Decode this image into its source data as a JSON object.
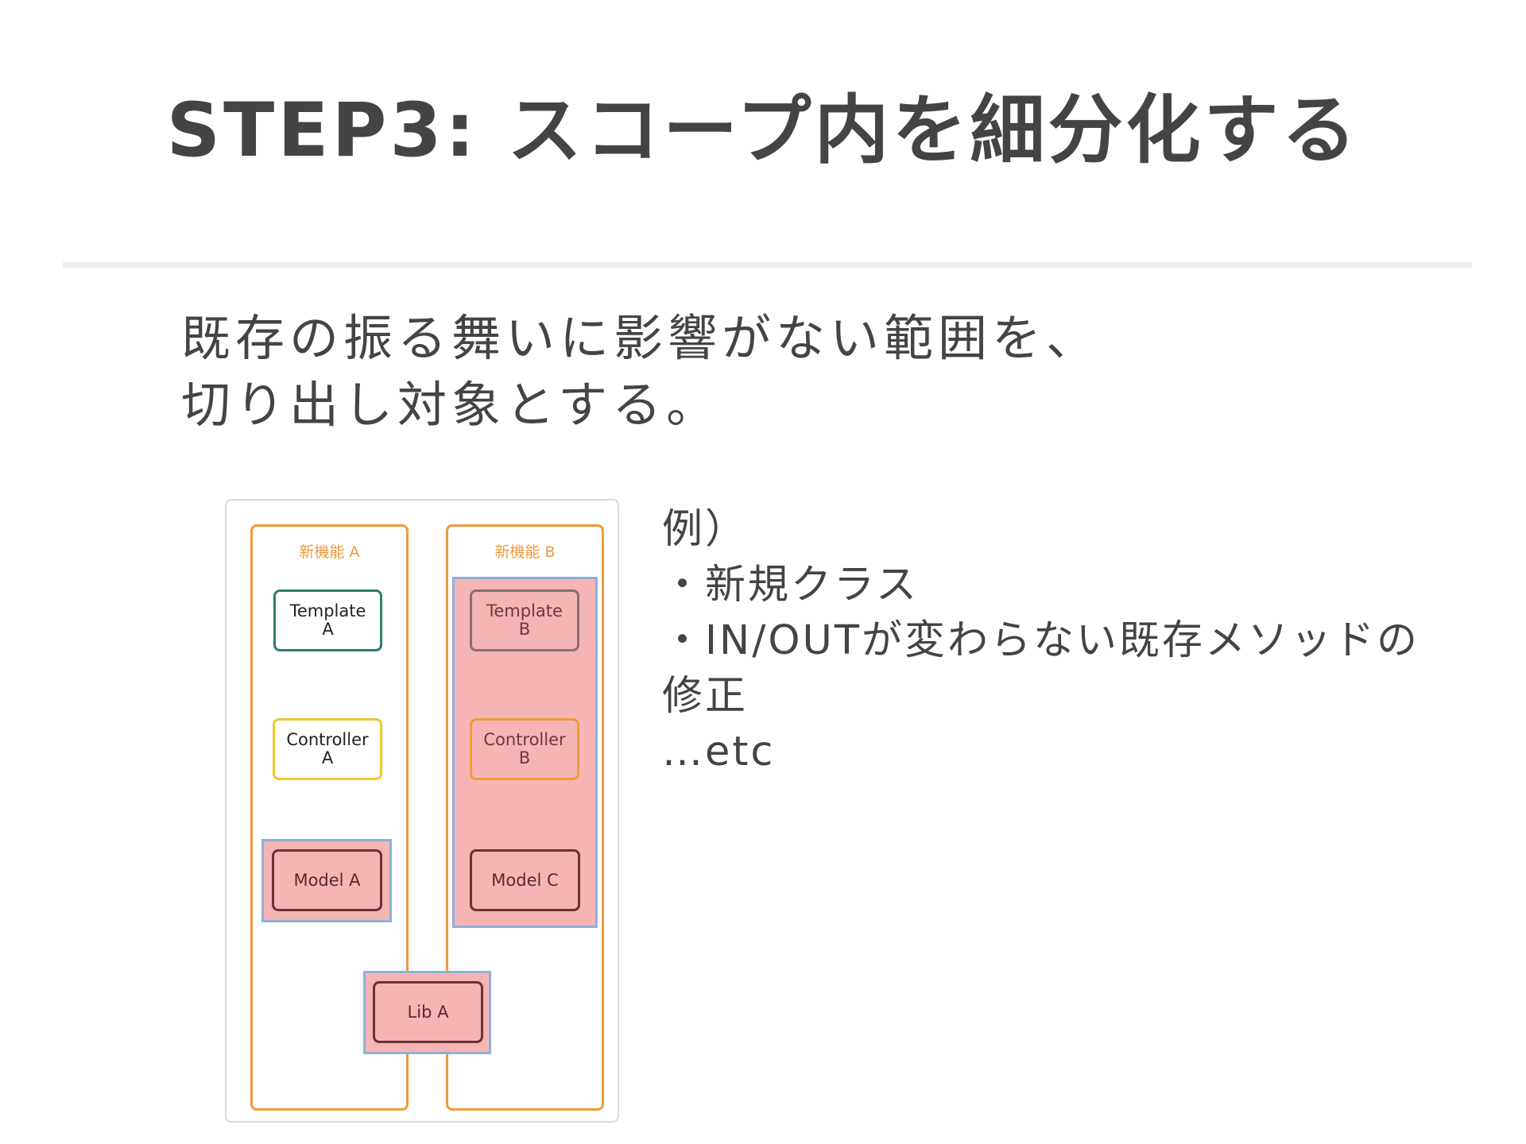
{
  "slide": {
    "title": "STEP3: スコープ内を細分化する",
    "lead_lines": [
      "既存の振る舞いに影響がない範囲を、",
      "切り出し対象とする。"
    ]
  },
  "diagram": {
    "feature_a_label": "新機能 A",
    "feature_b_label": "新機能 B",
    "template_a": [
      "Template",
      "A"
    ],
    "controller_a": [
      "Controller",
      "A"
    ],
    "model_a": "Model A",
    "template_b": [
      "Template",
      "B"
    ],
    "controller_b": [
      "Controller",
      "B"
    ],
    "model_c": "Model C",
    "lib_a": "Lib A",
    "colors": {
      "feature_border": "#ef9a3a",
      "highlight_fill": "#f5b5b4",
      "highlight_border": "#8fb0d8",
      "template_border": "#2c7d6e",
      "controller_border": "#f3c62a"
    }
  },
  "notes": {
    "lines": [
      "例）",
      "・新規クラス",
      "・IN/OUTが変わらない既存メソッドの",
      "修正",
      "…etc"
    ]
  }
}
